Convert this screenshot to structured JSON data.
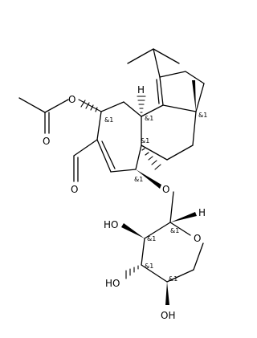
{
  "molecule": {
    "atom_labels": {
      "O_ester": "O",
      "O_carbonyl_ester": "O",
      "O_aldehyde": "O",
      "O_glycosidic": "O",
      "O_ring": "O",
      "H_anomeric": "H",
      "H_ring_fusion": "H",
      "OH_c2": "HO",
      "OH_c3": "HO",
      "OH_c4": "OH"
    },
    "stereo_label": "&1"
  }
}
